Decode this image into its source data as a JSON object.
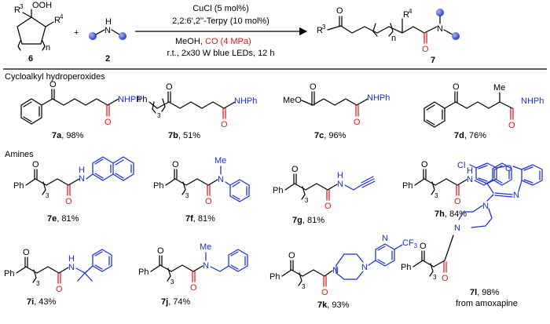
{
  "reaction": {
    "reactant1": {
      "r3": "R",
      "r3_sup": "3",
      "ooh": "OOH",
      "r4": "R",
      "r4_sup": "4",
      "n": "n",
      "number": "6"
    },
    "plus": "+",
    "reactant2": {
      "nh": "N",
      "h": "H",
      "number": "2"
    },
    "conditions_above": [
      "CuCl (5 mol%)",
      "2,2:6',2''-Terpy (10 mol%)"
    ],
    "conditions_below_line1_black": "MeOH,",
    "conditions_below_line1_red": "CO (4 MPa)",
    "conditions_below_line2": "r.t., 2x30 W blue LEDs, 12 h",
    "product": {
      "o": "O",
      "r3": "R",
      "r3_sup": "3",
      "r4": "R",
      "r4_sup": "4",
      "n": "n",
      "n_atom": "N",
      "o2": "O",
      "number": "7"
    }
  },
  "section1": "Cycloalkyl hydroperoxides",
  "section2": "Amines",
  "atoms": {
    "O": "O",
    "N": "N",
    "H": "H",
    "NH": "NH",
    "NHPh": "NHPh",
    "NPh": "NHPh",
    "Ph": "Ph",
    "MeO": "MeO",
    "Me": "Me",
    "three": "3",
    "Cl": "Cl",
    "CF3": "CF",
    "CF3_sub": "3",
    "N2": "N"
  },
  "compounds": [
    {
      "label": "7a",
      "yield": ", 98%"
    },
    {
      "label": "7b",
      "yield": ", 51%"
    },
    {
      "label": "7c",
      "yield": ", 96%"
    },
    {
      "label": "7d",
      "yield": ", 76%"
    },
    {
      "label": "7e",
      "yield": ", 81%"
    },
    {
      "label": "7f",
      "yield": ", 81%"
    },
    {
      "label": "7g",
      "yield": ", 81%"
    },
    {
      "label": "7h",
      "yield": ", 84%"
    },
    {
      "label": "7i",
      "yield": ", 43%"
    },
    {
      "label": "7j",
      "yield": ", 74%"
    },
    {
      "label": "7k",
      "yield": ", 93%"
    },
    {
      "label": "7l",
      "yield": ", 98%"
    }
  ],
  "note_7l": "from amoxapine",
  "colors": {
    "ink": "#000000",
    "co": "#e4161b",
    "amine": "#1a2fd8",
    "amine_dot": "#3a4fd0"
  }
}
